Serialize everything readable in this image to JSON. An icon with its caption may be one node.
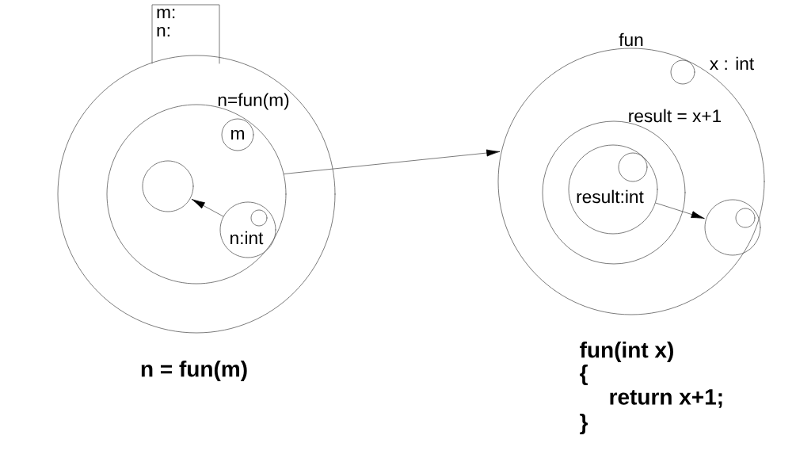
{
  "diagram": {
    "nodes": [
      {
        "text": [
          "m:",
          "n:"
        ]
      },
      {
        "text": [],
        "shape": "circle"
      },
      {
        "text": [
          "n=fun(m)"
        ],
        "in": 1
      },
      {
        "text": [
          "m"
        ],
        "in": 2
      },
      {
        "text": [],
        "shape": "circle",
        "in": 2
      },
      {
        "text": [
          "n:int"
        ],
        "in": 2
      },
      {
        "text": [],
        "shape": "circle",
        "in": 5
      },
      {
        "text": [
          "fun"
        ]
      },
      {
        "text": [],
        "shape": "circle",
        "in": 7,
        "beside": [
          "x : int"
        ]
      },
      {
        "text": [
          "result = x+1"
        ],
        "in": 7
      },
      {
        "text": [
          "result:int"
        ],
        "in": 9
      },
      {
        "text": [],
        "shape": "circle",
        "in": 10
      },
      {
        "text": [],
        "shape": "circle",
        "in": 7
      },
      {
        "text": [],
        "shape": "circle",
        "in": 12
      }
    ],
    "edges": [
      {
        "from": 5,
        "to": 4,
        "arrow": "to"
      },
      {
        "from": 2,
        "to": 7,
        "arrow": "to"
      },
      {
        "from": 10,
        "to": 12,
        "arrow": "to"
      }
    ],
    "labels": [
      "n = fun(m)",
      "fun(int x)",
      "{",
      "return x+1;",
      "}"
    ]
  }
}
